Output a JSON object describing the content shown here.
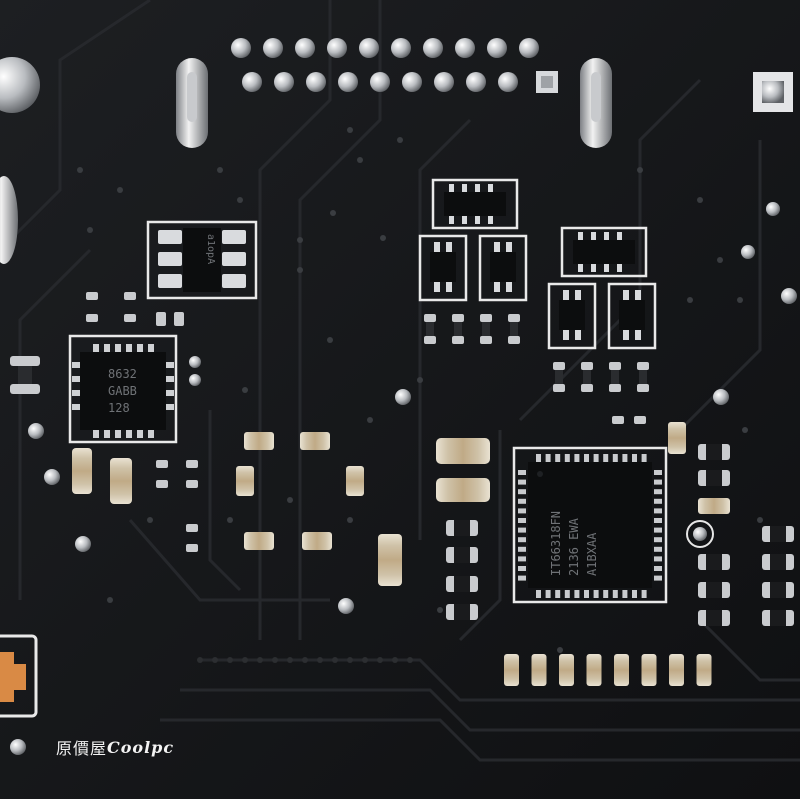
{
  "photo": {
    "subject": "motherboard-pcb-closeup",
    "chips": {
      "u1_line1": "8632",
      "u1_line2": "GABB",
      "u1_line3": "128",
      "u2_text": "a1opA",
      "u3_line1": "IT66318FN",
      "u3_line2": "2136 EWA",
      "u3_line3": "A1BXAA"
    },
    "watermark": {
      "prefix": "原價屋",
      "brand": "Coolpc"
    }
  }
}
